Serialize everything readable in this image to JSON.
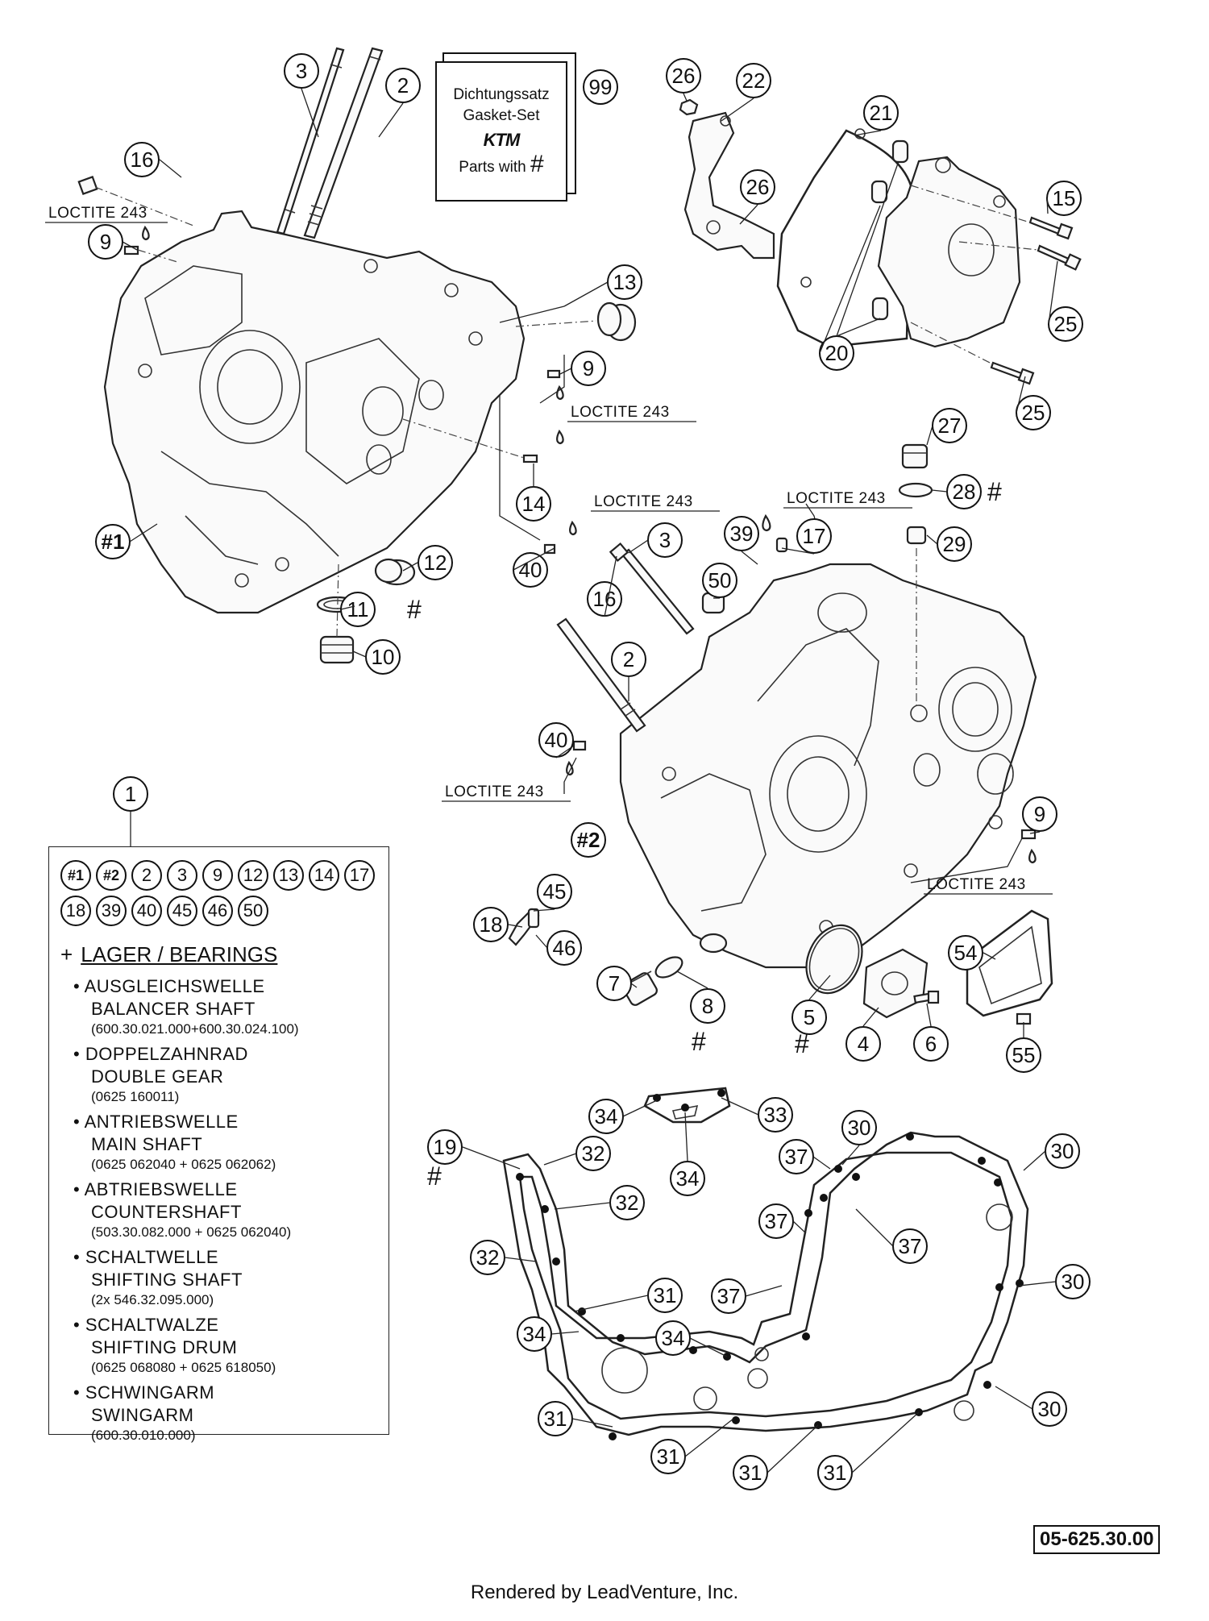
{
  "gasket_set": {
    "line1": "Dichtungssatz",
    "line2": "Gasket-Set",
    "logo": "KTM",
    "line3": "Parts with",
    "hash": "#",
    "callout": "99"
  },
  "loctite_label": "LOCTITE 243",
  "hash_symbol": "#",
  "callouts": {
    "c1": "1",
    "c2a": "2",
    "c3a": "3",
    "c16a": "16",
    "c9a": "9",
    "c13": "13",
    "c9b": "9",
    "c14": "14",
    "c40a": "40",
    "c12": "12",
    "c11": "11",
    "c10": "10",
    "h1": "#1",
    "c26a": "26",
    "c22": "22",
    "c26b": "26",
    "c21": "21",
    "c15": "15",
    "c25a": "25",
    "c20": "20",
    "c25b": "25",
    "c27": "27",
    "c28": "28",
    "c29": "29",
    "c39": "39",
    "c17": "17",
    "c3b": "3",
    "c16b": "16",
    "c50": "50",
    "c2b": "2",
    "c40b": "40",
    "h2": "#2",
    "c9c": "9",
    "c45": "45",
    "c18": "18",
    "c46": "46",
    "c7": "7",
    "c8": "8",
    "c5": "5",
    "c4": "4",
    "c6": "6",
    "c54": "54",
    "c55": "55",
    "c19": "19",
    "c34a": "34",
    "c33": "33",
    "c34b": "34",
    "c30a": "30",
    "c37a": "37",
    "c30b": "30",
    "c32a": "32",
    "c32b": "32",
    "c32c": "32",
    "c37b": "37",
    "c37c": "37",
    "c37d": "37",
    "c30c": "30",
    "c31a": "31",
    "c34c": "34",
    "c34d": "34",
    "c30d": "30",
    "c31b": "31",
    "c31c": "31",
    "c31d": "31",
    "c31e": "31"
  },
  "legend": {
    "callout": "1",
    "contents": [
      "#1",
      "#2",
      "2",
      "3",
      "9",
      "12",
      "13",
      "14",
      "17",
      "18",
      "39",
      "40",
      "45",
      "46",
      "50"
    ],
    "heading_prefix": "+",
    "heading": "LAGER / BEARINGS",
    "items": [
      {
        "de": "AUSGLEICHSWELLE",
        "en": "BALANCER SHAFT",
        "pn": "(600.30.021.000+600.30.024.100)"
      },
      {
        "de": "DOPPELZAHNRAD",
        "en": "DOUBLE GEAR",
        "pn": "(0625 160011)"
      },
      {
        "de": "ANTRIEBSWELLE",
        "en": "MAIN SHAFT",
        "pn": "(0625 062040 + 0625 062062)"
      },
      {
        "de": "ABTRIEBSWELLE",
        "en": "COUNTERSHAFT",
        "pn": "(503.30.082.000 + 0625 062040)"
      },
      {
        "de": "SCHALTWELLE",
        "en": "SHIFTING SHAFT",
        "pn": "(2x 546.32.095.000)"
      },
      {
        "de": "SCHALTWALZE",
        "en": "SHIFTING DRUM",
        "pn": "(0625 068080 + 0625 618050)"
      },
      {
        "de": "SCHWINGARM",
        "en": "SWINGARM",
        "pn": "(600.30.010.000)"
      }
    ]
  },
  "doc_id": "05-625.30.00",
  "footer": "Rendered by LeadVenture, Inc."
}
